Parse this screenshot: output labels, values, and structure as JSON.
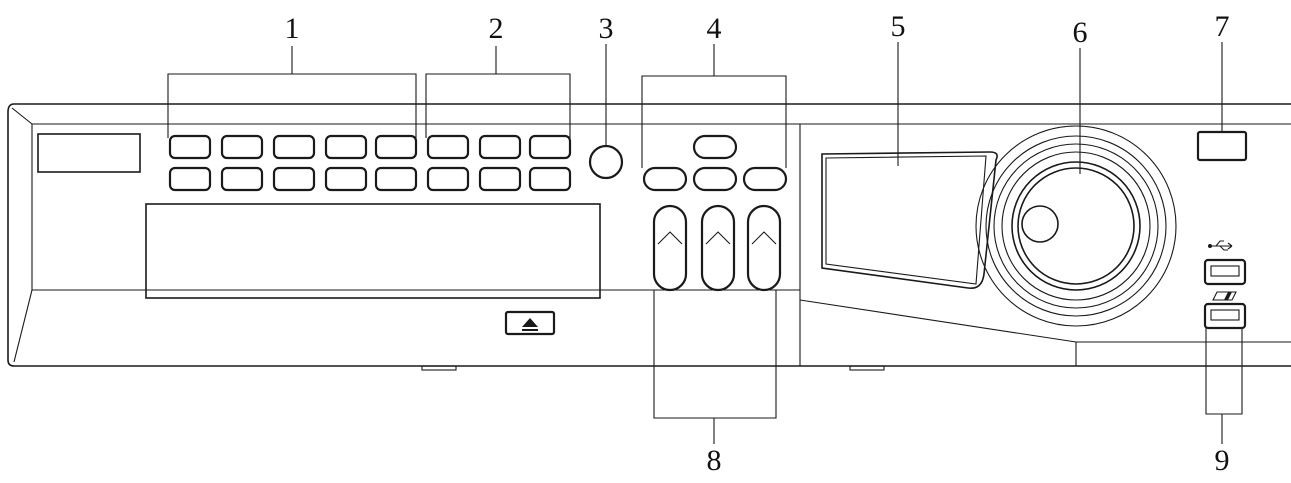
{
  "diagram": {
    "callouts": [
      {
        "id": "1",
        "label": "1"
      },
      {
        "id": "2",
        "label": "2"
      },
      {
        "id": "3",
        "label": "3"
      },
      {
        "id": "4",
        "label": "4"
      },
      {
        "id": "5",
        "label": "5"
      },
      {
        "id": "6",
        "label": "6"
      },
      {
        "id": "7",
        "label": "7"
      },
      {
        "id": "8",
        "label": "8"
      },
      {
        "id": "9",
        "label": "9"
      }
    ],
    "icons": {
      "eject": "eject-icon",
      "usb": "usb-icon",
      "storage": "storage-card-icon"
    },
    "colors": {
      "line": "#1a1a1a",
      "background": "#ffffff"
    }
  }
}
